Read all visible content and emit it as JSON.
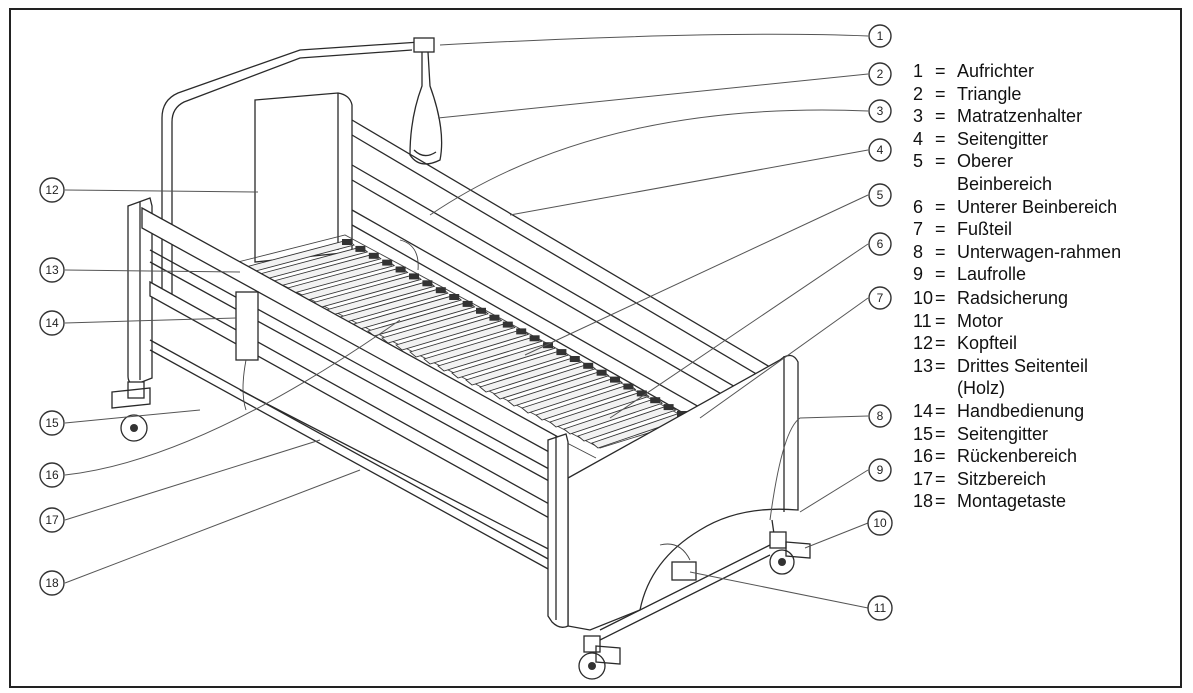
{
  "callouts": [
    "1",
    "2",
    "3",
    "4",
    "5",
    "6",
    "7",
    "8",
    "9",
    "10",
    "11",
    "12",
    "13",
    "14",
    "15",
    "16",
    "17",
    "18"
  ],
  "legend": [
    {
      "num": "1",
      "eq": "=",
      "text": "Aufrichter"
    },
    {
      "num": "2",
      "eq": "=",
      "text": "Triangle"
    },
    {
      "num": "3",
      "eq": "=",
      "text": "Matratzenhalter"
    },
    {
      "num": "4",
      "eq": "=",
      "text": "Seitengitter"
    },
    {
      "num": "5",
      "eq": "=",
      "text": "Oberer Beinbereich"
    },
    {
      "num": "6",
      "eq": "=",
      "text": "Unterer Beinbereich"
    },
    {
      "num": "7",
      "eq": "=",
      "text": "Fußteil"
    },
    {
      "num": "8",
      "eq": "=",
      "text": "Unterwagen-rahmen"
    },
    {
      "num": "9",
      "eq": "=",
      "text": "Laufrolle"
    },
    {
      "num": "10",
      "eq": "=",
      "text": "Radsicherung"
    },
    {
      "num": "11",
      "eq": "=",
      "text": "Motor"
    },
    {
      "num": "12",
      "eq": "=",
      "text": "Kopfteil"
    },
    {
      "num": "13",
      "eq": "=",
      "text": "Drittes Seitenteil (Holz)"
    },
    {
      "num": "14",
      "eq": "=",
      "text": "Handbedienung"
    },
    {
      "num": "15",
      "eq": "=",
      "text": "Seitengitter"
    },
    {
      "num": "16",
      "eq": "=",
      "text": "Rückenbereich"
    },
    {
      "num": "17",
      "eq": "=",
      "text": "Sitzbereich"
    },
    {
      "num": "18",
      "eq": "=",
      "text": "Montagetaste"
    }
  ],
  "colors": {
    "line": "#2a2a2a",
    "frame": "#222222",
    "background": "#ffffff"
  }
}
